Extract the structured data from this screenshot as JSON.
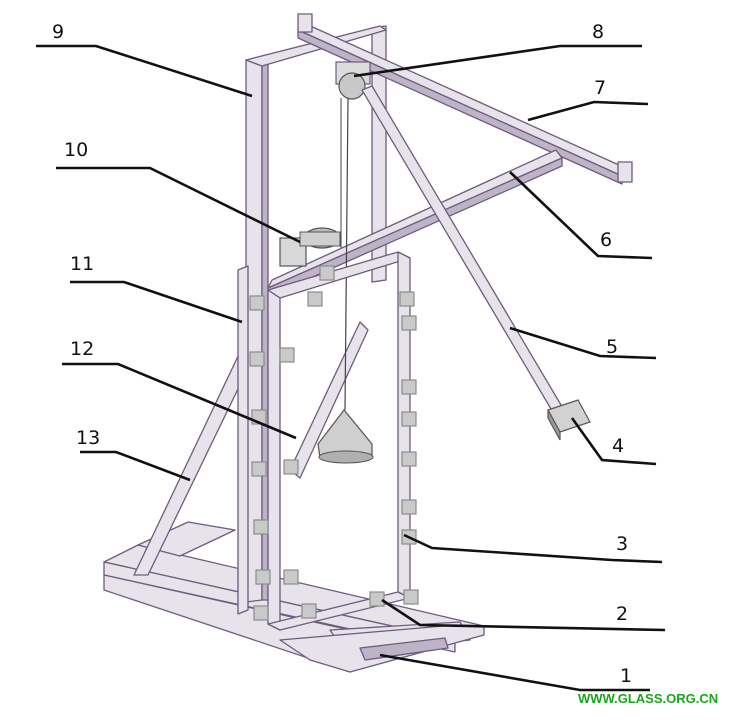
{
  "colors": {
    "frame_fill": "#e6e3ea",
    "frame_edge": "#6f5b7e",
    "frame_shade": "#bdb4c7",
    "block_fill": "#c9c9c9",
    "block_dark": "#8c8c8c",
    "leader": "#111111",
    "watermark": "#1aa61a"
  },
  "callouts": [
    {
      "id": "1",
      "label": "1"
    },
    {
      "id": "2",
      "label": "2"
    },
    {
      "id": "3",
      "label": "3"
    },
    {
      "id": "4",
      "label": "4"
    },
    {
      "id": "5",
      "label": "5"
    },
    {
      "id": "6",
      "label": "6"
    },
    {
      "id": "7",
      "label": "7"
    },
    {
      "id": "8",
      "label": "8"
    },
    {
      "id": "9",
      "label": "9"
    },
    {
      "id": "10",
      "label": "10"
    },
    {
      "id": "11",
      "label": "11"
    },
    {
      "id": "12",
      "label": "12"
    },
    {
      "id": "13",
      "label": "13"
    }
  ],
  "watermark": {
    "text": "WWW.GLASS.ORG.CN"
  }
}
